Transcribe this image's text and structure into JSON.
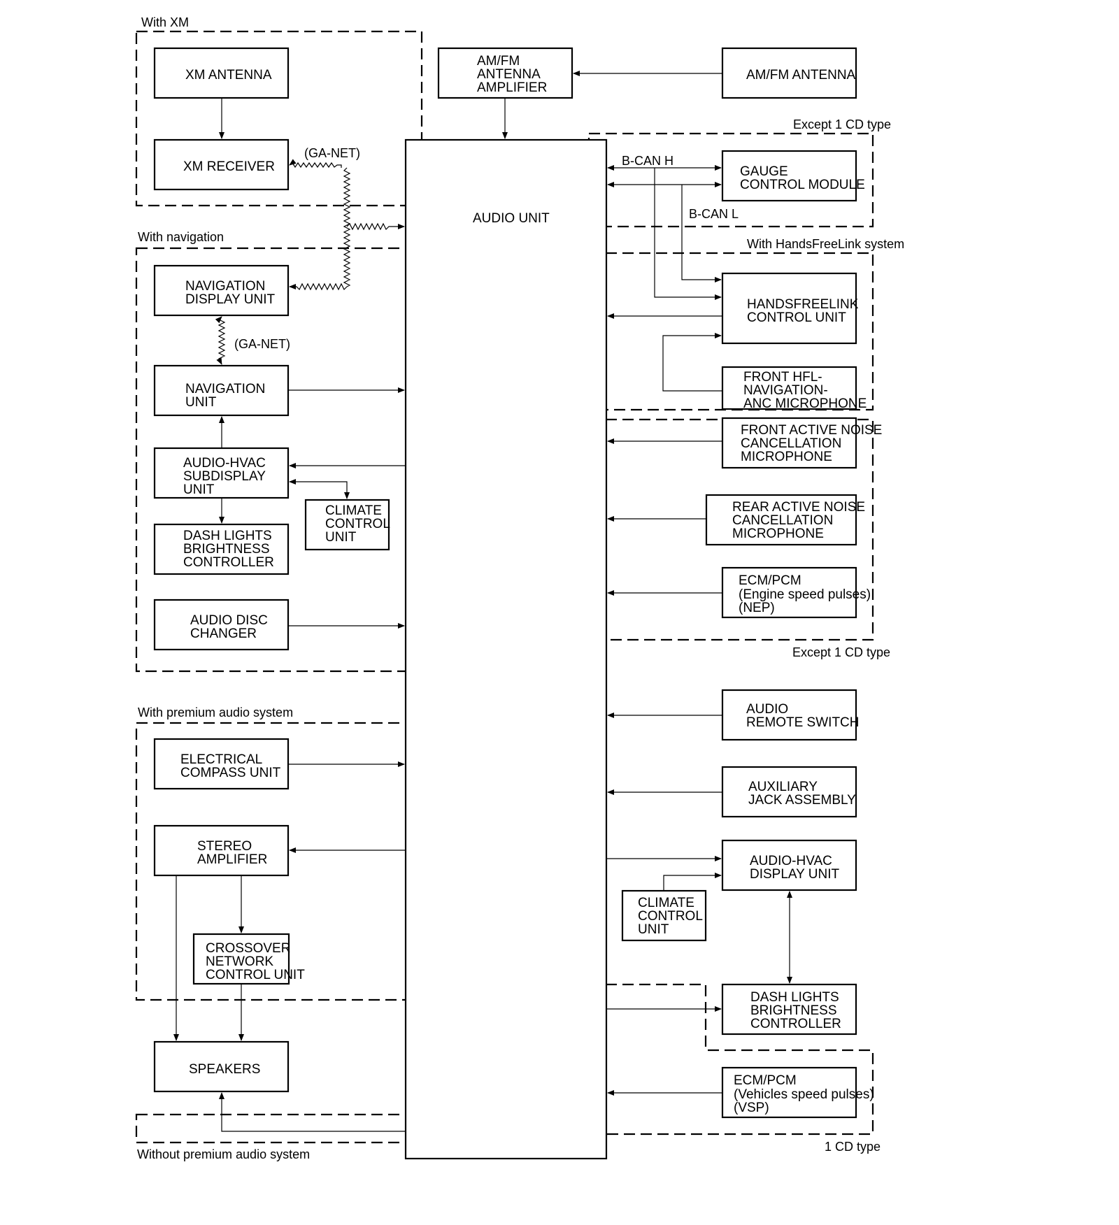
{
  "groups": {
    "with_xm": "With XM",
    "with_navigation": "With navigation",
    "with_premium_audio": "With premium audio system",
    "without_premium_audio": "Without premium audio system",
    "except_1cd_top": "Except 1 CD type",
    "except_1cd_bottom": "Except 1 CD type",
    "with_handsfreelink": "With HandsFreeLink system",
    "one_cd_type": "1 CD type"
  },
  "signals": {
    "ga_net_1": "(GA-NET)",
    "ga_net_2": "(GA-NET)",
    "bcan_h": "B-CAN H",
    "bcan_l": "B-CAN L"
  },
  "blocks": {
    "xm_antenna": [
      "XM ANTENNA"
    ],
    "xm_receiver": [
      "XM RECEIVER"
    ],
    "amfm_amp": [
      "AM/FM",
      "ANTENNA",
      "AMPLIFIER"
    ],
    "amfm_antenna": [
      "AM/FM ANTENNA"
    ],
    "audio_unit": [
      "AUDIO UNIT"
    ],
    "nav_display": [
      "NAVIGATION",
      "DISPLAY UNIT"
    ],
    "nav_unit": [
      "NAVIGATION",
      "UNIT"
    ],
    "audio_hvac_sub": [
      "AUDIO-HVAC",
      "SUBDISPLAY",
      "UNIT"
    ],
    "climate_left": [
      "CLIMATE",
      "CONTROL",
      "UNIT"
    ],
    "dash_left": [
      "DASH LIGHTS",
      "BRIGHTNESS",
      "CONTROLLER"
    ],
    "disc_changer": [
      "AUDIO DISC",
      "CHANGER"
    ],
    "compass": [
      "ELECTRICAL",
      "COMPASS UNIT"
    ],
    "stereo_amp": [
      "STEREO",
      "AMPLIFIER"
    ],
    "crossover": [
      "CROSSOVER",
      "NETWORK",
      "CONTROL UNIT"
    ],
    "speakers": [
      "SPEAKERS"
    ],
    "gauge": [
      "GAUGE",
      "CONTROL MODULE"
    ],
    "hfl_unit": [
      "HANDSFREELINK",
      "CONTROL UNIT"
    ],
    "hfl_mic": [
      "FRONT HFL-",
      "NAVIGATION-",
      "ANC MICROPHONE"
    ],
    "front_anc": [
      "FRONT ACTIVE NOISE",
      "CANCELLATION",
      "MICROPHONE"
    ],
    "rear_anc": [
      "REAR ACTIVE NOISE",
      "CANCELLATION",
      "MICROPHONE"
    ],
    "ecm_nep": [
      "ECM/PCM",
      "(Engine speed pulses)",
      "(NEP)"
    ],
    "remote_switch": [
      "AUDIO",
      "REMOTE SWITCH"
    ],
    "aux_jack": [
      "AUXILIARY",
      "JACK ASSEMBLY"
    ],
    "audio_hvac_display": [
      "AUDIO-HVAC",
      "DISPLAY UNIT"
    ],
    "climate_right": [
      "CLIMATE",
      "CONTROL",
      "UNIT"
    ],
    "dash_right": [
      "DASH LIGHTS",
      "BRIGHTNESS",
      "CONTROLLER"
    ],
    "ecm_vsp": [
      "ECM/PCM",
      "(Vehicles speed pulses)",
      "(VSP)"
    ]
  }
}
